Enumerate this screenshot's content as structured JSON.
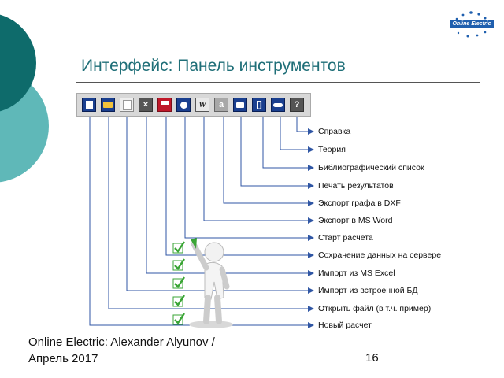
{
  "slide": {
    "title": "Интерфейс: Панель инструментов",
    "logo_text": "Online Electric",
    "footer": {
      "line1": "Online Electric: Alexander Alyunov /",
      "line2": "Апрель 2017"
    },
    "page_number": "16"
  },
  "toolbar": {
    "buttons": [
      {
        "name": "new-icon"
      },
      {
        "name": "open-folder-icon"
      },
      {
        "name": "import-db-icon"
      },
      {
        "name": "import-excel-icon"
      },
      {
        "name": "save-server-icon"
      },
      {
        "name": "start-bulb-icon",
        "glyph": ""
      },
      {
        "name": "word-export-icon",
        "glyph": "W"
      },
      {
        "name": "dxf-export-icon",
        "glyph": "a"
      },
      {
        "name": "print-icon"
      },
      {
        "name": "bibliography-icon",
        "glyph": "[]"
      },
      {
        "name": "theory-icon"
      },
      {
        "name": "help-icon",
        "glyph": "?"
      }
    ]
  },
  "callouts": [
    "Справка",
    "Теория",
    "Библиографический список",
    "Печать результатов",
    "Экспорт графа в DXF",
    "Экспорт в MS Word",
    "Старт расчета",
    "Сохранение данных на сервере",
    "Импорт из MS Excel",
    "Импорт из встроенной БД",
    "Открыть файл (в т.ч. пример)",
    "Новый расчет"
  ],
  "colors": {
    "title": "#1f6f78",
    "teal_dark": "#0e6b6b",
    "teal_light": "#5fb8b8",
    "logo_blue": "#1f5fae",
    "check_green": "#3aa535"
  }
}
